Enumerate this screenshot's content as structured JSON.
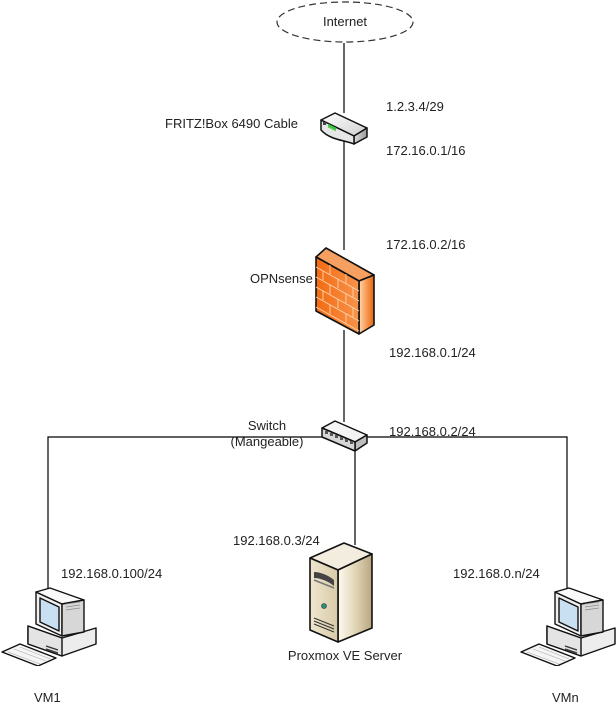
{
  "diagram": {
    "nodes": {
      "internet": {
        "label": "Internet",
        "shape": "cloud-ellipse-dashed"
      },
      "router": {
        "label": "FRITZ!Box 6490 Cable",
        "icon": "router-icon",
        "ip_wan": "1.2.3.4/29",
        "ip_lan": "172.16.0.1/16"
      },
      "firewall": {
        "label": "OPNsense",
        "icon": "firewall-icon",
        "ip_wan": "172.16.0.2/16",
        "ip_lan": "192.168.0.1/24"
      },
      "switch": {
        "label_line1": "Switch",
        "label_line2": "(Mangeable)",
        "icon": "switch-icon",
        "ip": "192.168.0.2/24"
      },
      "server": {
        "label": "Proxmox VE Server",
        "icon": "server-icon",
        "ip": "192.168.0.3/24"
      },
      "vm1": {
        "label": "VM1",
        "icon": "workstation-icon",
        "ip": "192.168.0.100/24"
      },
      "vmn": {
        "label": "VMn",
        "icon": "workstation-icon",
        "ip": "192.168.0.n/24"
      }
    },
    "links": [
      [
        "internet",
        "router"
      ],
      [
        "router",
        "firewall"
      ],
      [
        "firewall",
        "switch"
      ],
      [
        "switch",
        "server"
      ],
      [
        "switch",
        "vm1"
      ],
      [
        "switch",
        "vmn"
      ]
    ],
    "colors": {
      "firewall_orange": "#f47b20",
      "router_led_green": "#2fc52f",
      "server_beige": "#e8dcc0",
      "line": "#000000"
    }
  }
}
